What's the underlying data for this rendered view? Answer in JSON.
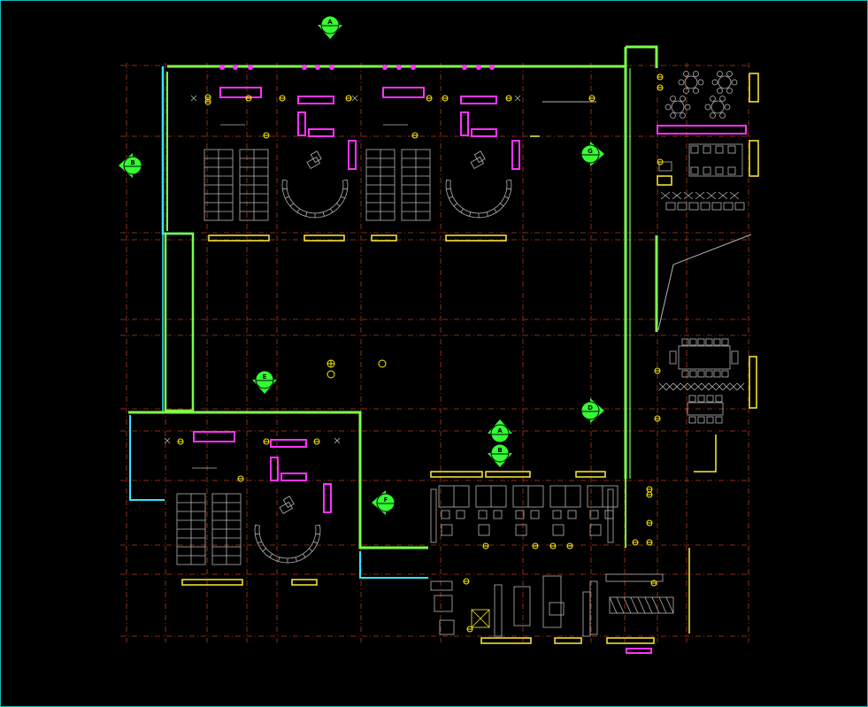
{
  "colors": {
    "background": "#000000",
    "frame": "#16b8b8",
    "grid": "#b23a1a",
    "wall_green": "#7cff4a",
    "wall_cyan": "#33e6ff",
    "wall_yellow": "#ffee33",
    "furniture_gray": "#b5b5b5",
    "magenta": "#ff33ff",
    "marker": "#33ff33",
    "fixture_yellow": "#ffee00"
  },
  "section_markers": {
    "top": "A",
    "left": "B",
    "upper_right": "G",
    "center_left": "E",
    "center_up": "A",
    "center_down": "B",
    "lower_left": "F",
    "right_mid": "D"
  }
}
